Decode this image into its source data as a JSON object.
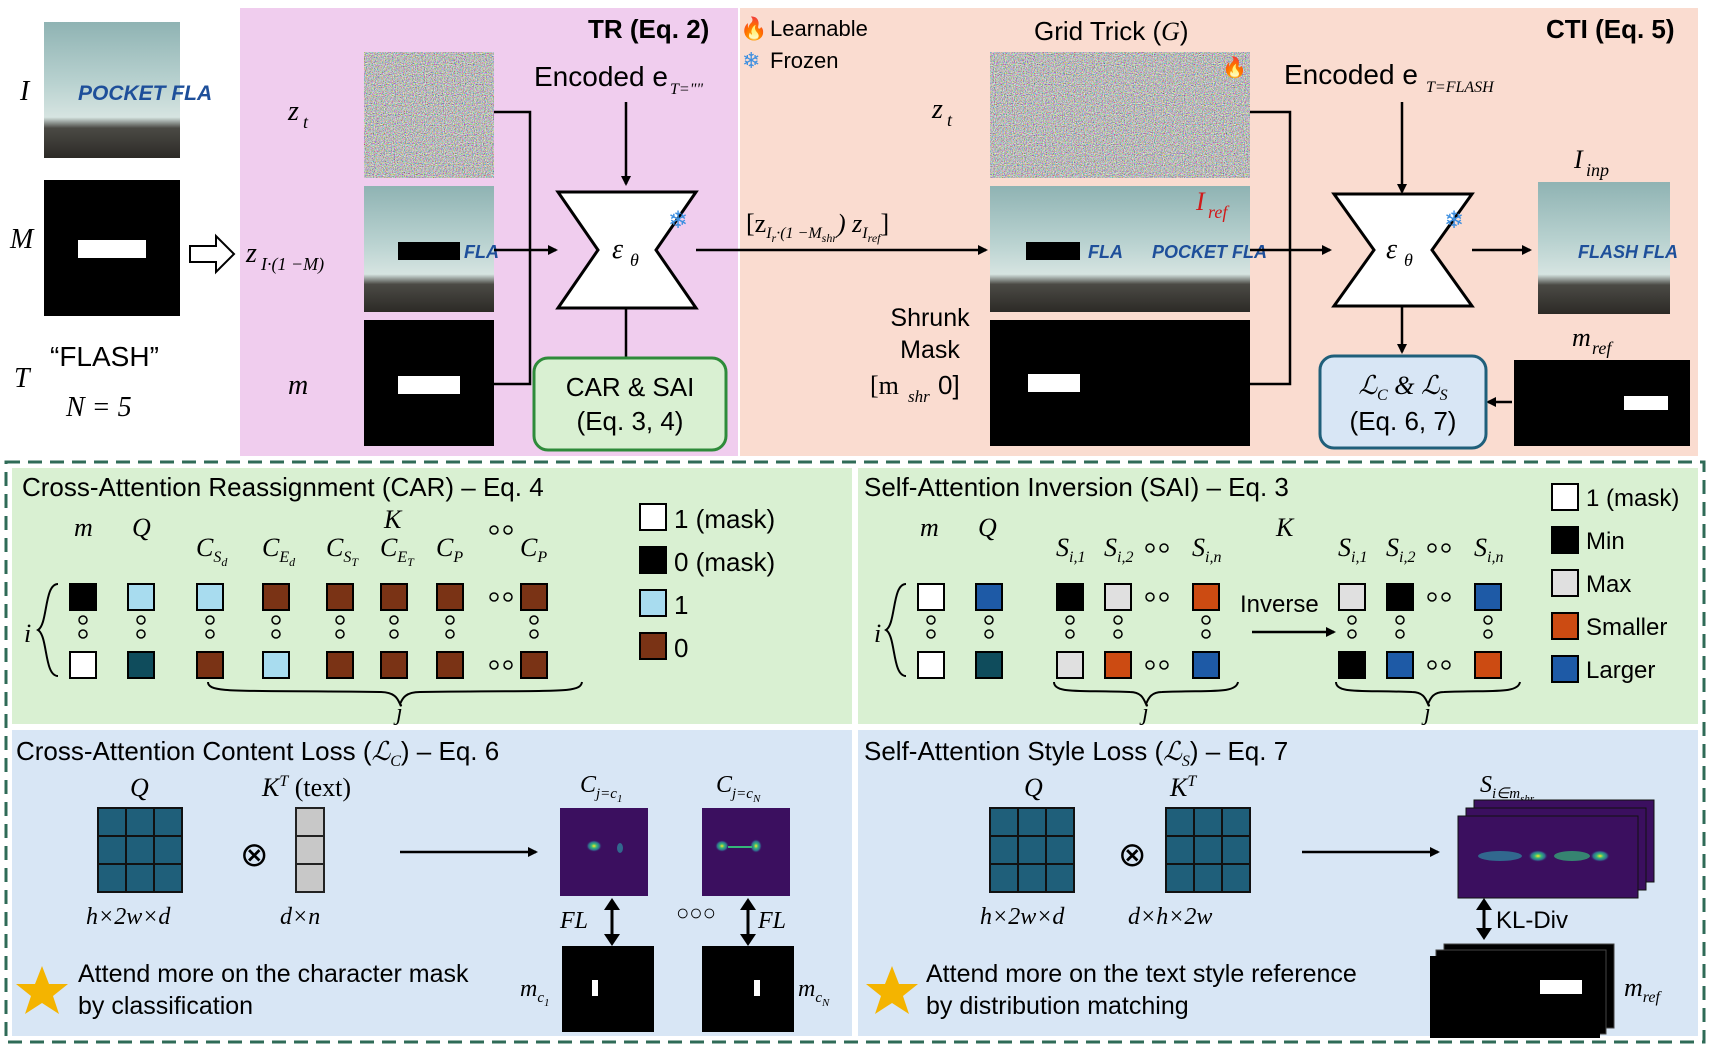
{
  "inputs": {
    "I": "I",
    "M": "M",
    "T": "T",
    "text_value": "“FLASH”",
    "N_eq": "N = 5",
    "poster_text": "POCKET FLA",
    "masked_text": "FLA"
  },
  "tr": {
    "title": "TR (Eq. 2)",
    "z_t": "z",
    "z_t_sub": "t",
    "z_masked": "z",
    "z_masked_sub": "I·(1 −M)",
    "m": "m",
    "encoded": "Encoded e",
    "encoded_sub": "T=\"\"",
    "eps": "ε",
    "eps_sub": "θ",
    "car_sai_1": "CAR & SAI",
    "car_sai_2": "(Eq. 3, 4)"
  },
  "legend_top": {
    "learnable": "Learnable",
    "frozen": "Frozen"
  },
  "concat_label": "[z",
  "concat_label_a": "I",
  "concat_label_b": "r",
  "concat_label_c": "·(1 −M",
  "concat_label_d": "shr",
  "concat_label_e": ") z",
  "concat_label_f": "I",
  "concat_label_g": "ref",
  "concat_label_h": "]",
  "cti": {
    "title": "CTI (Eq. 5)",
    "grid_trick": "Grid Trick (",
    "grid_G": "G",
    "grid_close": ")",
    "z_t": "z",
    "z_t_sub": "t",
    "encoded": "Encoded e",
    "encoded_sub": "T=FLASH",
    "eps": "ε",
    "eps_sub": "θ",
    "i_ref": "I",
    "i_ref_sub": "ref",
    "fla_masked": "FLA",
    "pocket": "POCKET FLA",
    "shrunk_1": "Shrunk",
    "shrunk_2": "Mask",
    "m_shr": "[m",
    "m_shr_sub": "shr",
    "m_shr_close": " 0]",
    "i_inp": "I",
    "i_inp_sub": "inp",
    "flash_result": "FLASH  FLA",
    "m_ref": "m",
    "m_ref_sub": "ref",
    "loss_line1_a": "ℒ",
    "loss_line1_b": "C",
    "loss_line1_c": " & ℒ",
    "loss_line1_d": "S",
    "loss_line2": "(Eq. 6, 7)"
  },
  "car": {
    "title": "Cross-Attention Reassignment (CAR) – Eq. 4",
    "m": "m",
    "Q": "Q",
    "K": "K",
    "i": "i",
    "j": "j",
    "cols": [
      {
        "base": "C",
        "sub": "S",
        "subsub": "d"
      },
      {
        "base": "C",
        "sub": "E",
        "subsub": "d"
      },
      {
        "base": "C",
        "sub": "S",
        "subsub": "T"
      },
      {
        "base": "C",
        "sub": "E",
        "subsub": "T"
      },
      {
        "base": "C",
        "sub": "P",
        "subsub": ""
      },
      {
        "base": "C",
        "sub": "P",
        "subsub": ""
      }
    ],
    "legend": [
      "1 (mask)",
      "0 (mask)",
      "1",
      "0"
    ]
  },
  "sai": {
    "title": "Self-Attention Inversion (SAI) – Eq. 3",
    "m": "m",
    "Q": "Q",
    "K": "K",
    "i": "i",
    "j": "j",
    "cols": [
      "S",
      "S",
      "S"
    ],
    "col_subs": [
      "i,1",
      "i,2",
      "i,n"
    ],
    "inverse": "Inverse",
    "legend": [
      "1 (mask)",
      "Min",
      "Max",
      "Smaller",
      "Larger"
    ]
  },
  "lc": {
    "title_a": "Cross-Attention Content Loss (",
    "title_b": "ℒ",
    "title_c": "C",
    "title_d": ") – Eq. 6",
    "Q": "Q",
    "KT": "K",
    "KT_sup": "T",
    "text_tag": " (text)",
    "dims_q": "h×2w×d",
    "dims_k": "d×n",
    "c1": "C",
    "c1_sub": "j=c",
    "c1_subsub": "1",
    "cN": "C",
    "cN_sub": "j=c",
    "cN_subsub": "N",
    "fl": "FL",
    "m1": "m",
    "m1_sub": "c",
    "m1_subsub": "1",
    "mN": "m",
    "mN_sub": "c",
    "mN_subsub": "N",
    "note1": "Attend more on the character mask",
    "note2": "by classification"
  },
  "ls": {
    "title_a": "Self-Attention Style Loss (",
    "title_b": "ℒ",
    "title_c": "S",
    "title_d": ") – Eq. 7",
    "Q": "Q",
    "KT": "K",
    "KT_sup": "T",
    "dims_q": "h×2w×d",
    "dims_k": "d×h×2w",
    "s_label": "S",
    "s_sub": "i∈m",
    "s_subsub": "shr",
    "kl": "KL-Div",
    "m_ref": "m",
    "m_ref_sub": "ref",
    "note1": "Attend more on the text style reference",
    "note2": "by distribution matching"
  },
  "colors": {
    "tr_bg": "#f0cdee",
    "cti_bg": "#fadcd0",
    "car_bg": "#d9f0d2",
    "loss_bg": "#d8e6f5",
    "dash": "#2f6b57",
    "light_blue": "#a8dcef",
    "brown": "#7a3315",
    "dark_teal": "#0f4c5c",
    "blue": "#1e5aa6",
    "orange": "#cc4b12",
    "grid_teal": "#1f5f7a",
    "viridis_bg": "#3b0f5f",
    "star": "#f4b400"
  }
}
